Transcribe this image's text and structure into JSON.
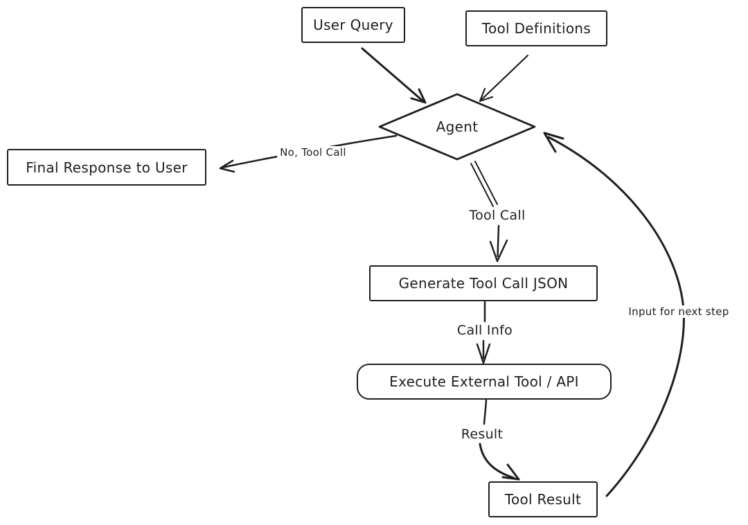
{
  "diagram": {
    "background_color": "#ffffff",
    "stroke_color": "#1e1e1e",
    "nodes": {
      "user_query": {
        "label": "User Query",
        "shape": "rectangle"
      },
      "tool_definitions": {
        "label": "Tool Definitions",
        "shape": "rectangle"
      },
      "agent": {
        "label": "Agent",
        "shape": "diamond"
      },
      "final_response": {
        "label": "Final Response to User",
        "shape": "rectangle"
      },
      "generate_tool_call_json": {
        "label": "Generate Tool Call JSON",
        "shape": "rectangle"
      },
      "execute_external_tool": {
        "label": "Execute External Tool / API",
        "shape": "rounded-rectangle"
      },
      "tool_result": {
        "label": "Tool Result",
        "shape": "rectangle"
      }
    },
    "edge_labels": {
      "no_tool_call": "No, Tool Call",
      "tool_call": "Tool Call",
      "call_info": "Call Info",
      "result": "Result",
      "input_next_step": "Input for next step"
    },
    "edges": [
      {
        "from": "user_query",
        "to": "agent",
        "label": ""
      },
      {
        "from": "tool_definitions",
        "to": "agent",
        "label": ""
      },
      {
        "from": "agent",
        "to": "final_response",
        "label": "No, Tool Call"
      },
      {
        "from": "agent",
        "to": "generate_tool_call_json",
        "label": "Tool Call"
      },
      {
        "from": "generate_tool_call_json",
        "to": "execute_external_tool",
        "label": "Call Info"
      },
      {
        "from": "execute_external_tool",
        "to": "tool_result",
        "label": "Result"
      },
      {
        "from": "tool_result",
        "to": "agent",
        "label": "Input for next step"
      }
    ]
  }
}
